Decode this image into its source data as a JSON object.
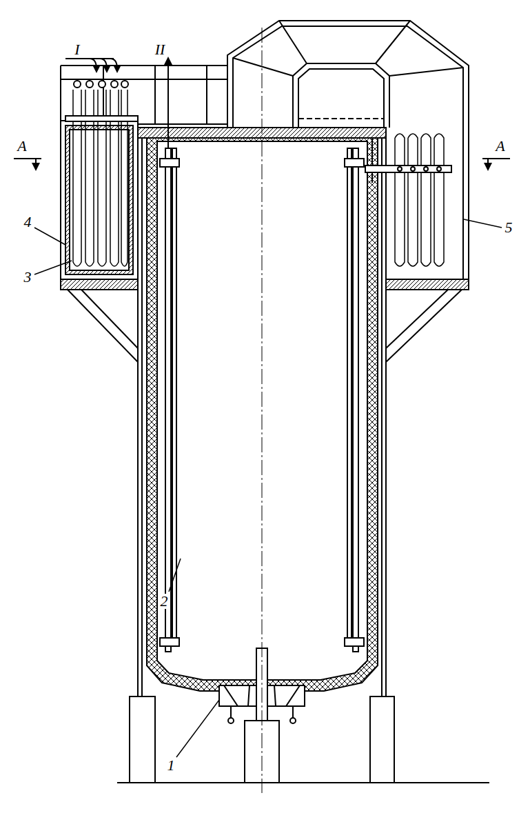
{
  "diagram": {
    "labels": [
      "I",
      "II",
      "A",
      "A",
      "4",
      "5",
      "3",
      "2",
      "1"
    ]
  }
}
